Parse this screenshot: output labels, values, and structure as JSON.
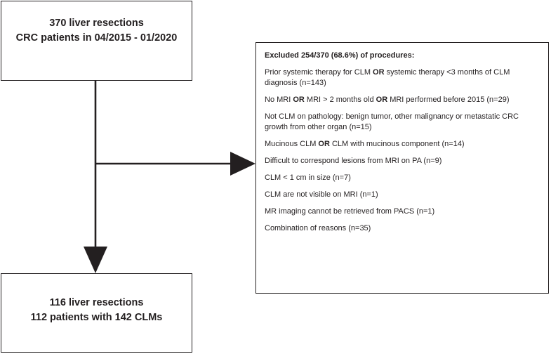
{
  "top_box": {
    "line1": "370 liver resections",
    "line2": "CRC patients in 04/2015 - 01/2020"
  },
  "bottom_box": {
    "line1": "116 liver resections",
    "line2": "112 patients with 142 CLMs"
  },
  "exclusion": {
    "heading": "Excluded  254/370 (68.6%) of procedures:",
    "reasons": [
      {
        "parts": [
          "Prior systemic therapy for CLM ",
          "OR",
          " systemic therapy <3 months of CLM diagnosis (n=143)"
        ]
      },
      {
        "parts": [
          "No MRI ",
          "OR",
          " MRI > 2 months old ",
          "OR",
          " MRI performed before 2015 (n=29)"
        ]
      },
      {
        "parts": [
          "Not CLM on pathology: benign tumor, other malignancy or metastatic CRC growth from other organ (n=15)"
        ]
      },
      {
        "parts": [
          "Mucinous CLM ",
          "OR",
          " CLM with mucinous component (n=14)"
        ]
      },
      {
        "parts": [
          "Difficult to correspond lesions from MRI on PA  (n=9)"
        ]
      },
      {
        "parts": [
          "CLM < 1 cm in size (n=7)"
        ]
      },
      {
        "parts": [
          "CLM are not visible on MRI (n=1)"
        ]
      },
      {
        "parts": [
          "MR imaging cannot be retrieved from PACS (n=1)"
        ]
      },
      {
        "parts": [
          "Combination of reasons (n=35)"
        ]
      }
    ]
  }
}
